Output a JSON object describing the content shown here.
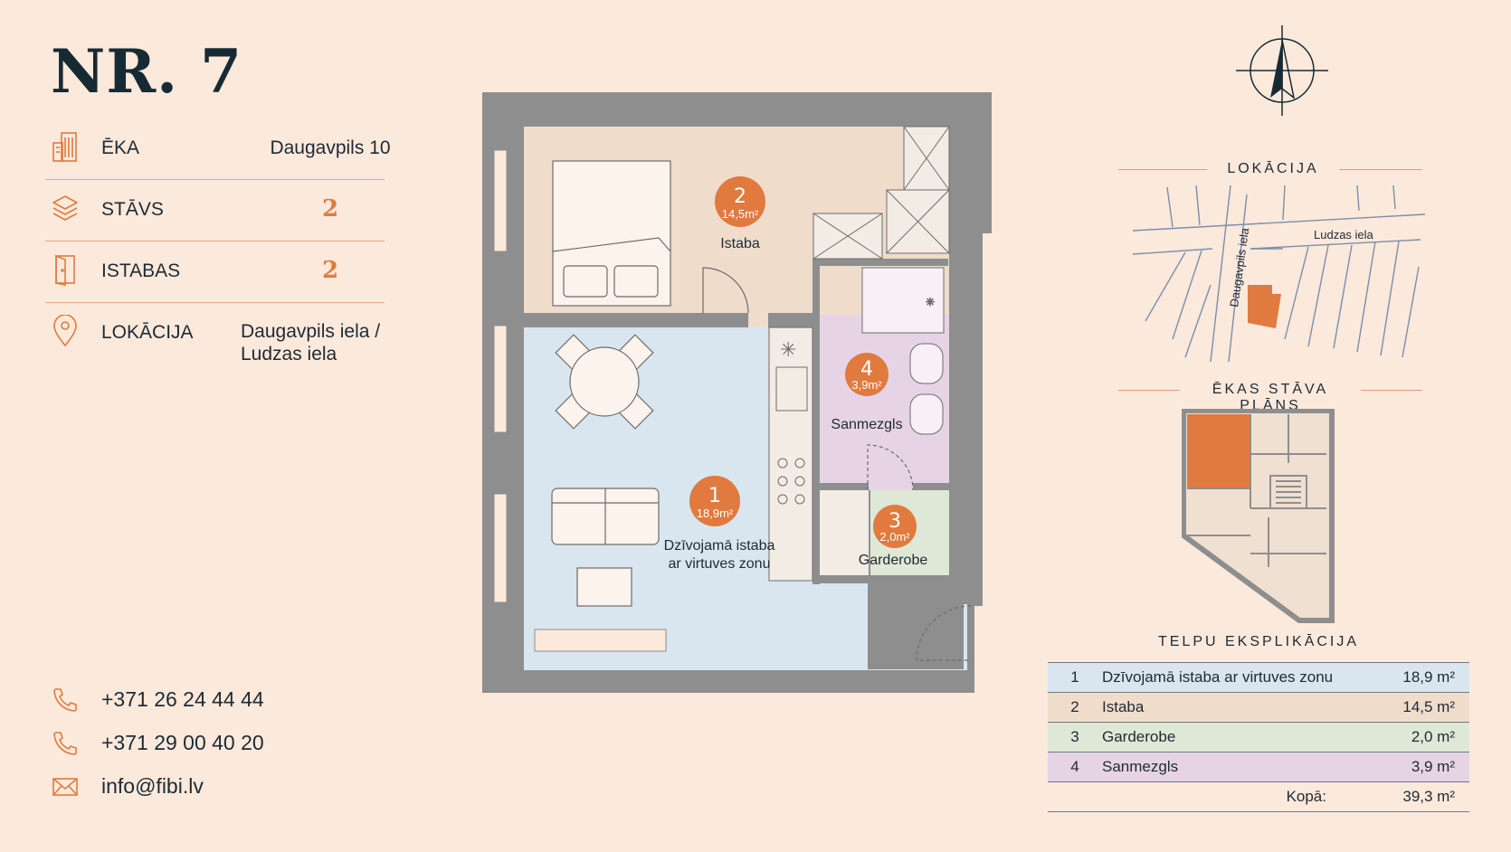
{
  "header": {
    "title": "NR. 7"
  },
  "info": [
    {
      "label": "ĒKA",
      "value": "Daugavpils 10",
      "icon": "building-icon"
    },
    {
      "label": "STĀVS",
      "value": "2",
      "icon": "layers-icon"
    },
    {
      "label": "ISTABAS",
      "value": "2",
      "icon": "door-icon"
    },
    {
      "label": "LOKĀCIJA",
      "value_line1": "Daugavpils iela  /",
      "value_line2": "Ludzas iela",
      "icon": "location-pin-icon"
    }
  ],
  "contacts": [
    {
      "text": "+371 26 24 44 44",
      "icon": "phone-icon"
    },
    {
      "text": "+371 29 00 40 20",
      "icon": "phone-icon"
    },
    {
      "text": "info@fibi.lv",
      "icon": "mail-icon"
    }
  ],
  "floorplan": {
    "rooms": [
      {
        "num": "1",
        "area": "18,9m²",
        "name_line1": "Dzīvojamā istaba",
        "name_line2": "ar virtuves zonu",
        "color": "#d9e6ef"
      },
      {
        "num": "2",
        "area": "14,5m²",
        "name_line1": "Istaba",
        "color": "#f0dccb"
      },
      {
        "num": "3",
        "area": "2,0m²",
        "name_line1": "Garderobe",
        "color": "#dfe8d6"
      },
      {
        "num": "4",
        "area": "3,9m²",
        "name_line1": "Sanmezgls",
        "color": "#e6d4e6"
      }
    ]
  },
  "compass": {
    "icon": "compass-north-icon"
  },
  "location_map": {
    "title": "LOKĀCIJA",
    "street1": "Daugavpils iela",
    "street2": "Ludzas iela"
  },
  "building_plan": {
    "title": "ĒKAS STĀVA PLĀNS"
  },
  "explication": {
    "title": "TELPU EKSPLIKĀCIJA",
    "rows": [
      {
        "num": "1",
        "name": "Dzīvojamā istaba ar virtuves zonu",
        "area": "18,9 m²"
      },
      {
        "num": "2",
        "name": "Istaba",
        "area": "14,5 m²"
      },
      {
        "num": "3",
        "name": "Garderobe",
        "area": "2,0 m²"
      },
      {
        "num": "4",
        "name": "Sanmezgls",
        "area": "3,9 m²"
      }
    ],
    "total_label": "Kopā:",
    "total_area": "39,3 m²"
  },
  "colors": {
    "accent": "#e07a3e",
    "dark": "#172a33",
    "wall": "#8e8e8e"
  }
}
